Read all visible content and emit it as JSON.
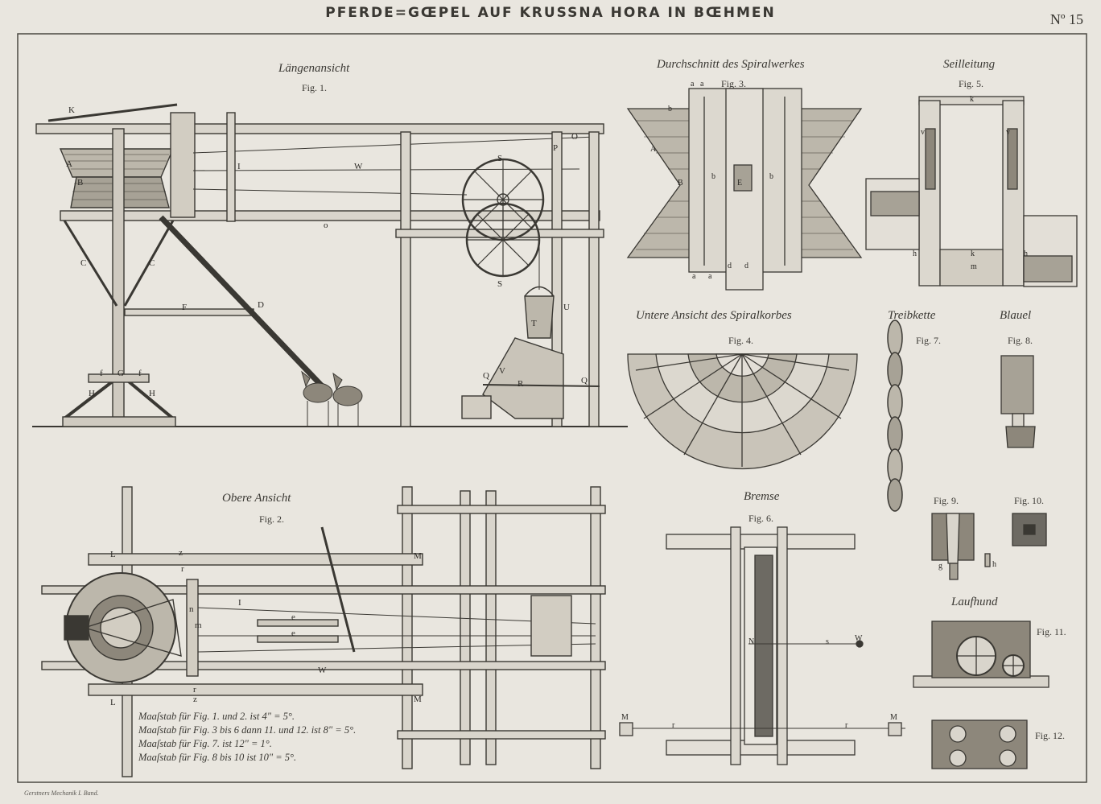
{
  "plate": {
    "title": "PFERDE=GŒPEL AUF KRUSSNA HORA IN BŒHMEN",
    "number": "Nº 15"
  },
  "views": {
    "fig1": {
      "heading": "Längenansicht",
      "label": "Fig. 1."
    },
    "fig2": {
      "heading": "Obere Ansicht",
      "label": "Fig. 2."
    },
    "fig3": {
      "heading": "Durchschnitt des Spiralwerkes",
      "label": "Fig. 3."
    },
    "fig4": {
      "heading": "Untere Ansicht des Spiralkorbes",
      "label": "Fig. 4."
    },
    "fig5": {
      "heading": "Seilleitung",
      "label": "Fig. 5."
    },
    "fig6": {
      "heading": "Bremse",
      "label": "Fig. 6."
    },
    "fig7": {
      "heading": "Treibkette",
      "label": "Fig. 7."
    },
    "fig8": {
      "heading": "Blauel",
      "label": "Fig. 8."
    },
    "fig9": {
      "label": "Fig. 9."
    },
    "fig10": {
      "label": "Fig. 10."
    },
    "fig11": {
      "heading": "Laufhund",
      "label": "Fig. 11."
    },
    "fig12": {
      "label": "Fig. 12."
    }
  },
  "scale_notes": [
    "Maaſstab für Fig. 1. und 2. ist 4\" = 5°.",
    "Maaſstab für Fig. 3 bis 6 dann 11. und 12. ist 8\" = 5°.",
    "Maaſstab für Fig. 7. ist 12\" = 1°.",
    "Maaſstab für Fig. 8 bis 10 ist 10\" = 5°."
  ],
  "credit": "Gerstners Mechanik I. Band.",
  "part_letters": {
    "fig1": [
      "K",
      "A",
      "B",
      "C",
      "C",
      "F",
      "D",
      "G",
      "H",
      "H",
      "f",
      "f",
      "W",
      "I",
      "S",
      "S",
      "O",
      "P",
      "T",
      "U",
      "Q",
      "Q",
      "V",
      "R",
      "o"
    ],
    "fig2": [
      "L",
      "L",
      "M",
      "M",
      "I",
      "W",
      "z",
      "z",
      "r",
      "r",
      "m",
      "n",
      "e",
      "e"
    ],
    "fig3": [
      "a",
      "a",
      "A",
      "B",
      "b",
      "b",
      "b",
      "E",
      "d",
      "d",
      "a",
      "a"
    ],
    "fig5": [
      "k",
      "v",
      "v",
      "h",
      "h",
      "k",
      "m"
    ],
    "fig6": [
      "N",
      "W",
      "M",
      "M",
      "r",
      "r",
      "s"
    ],
    "fig9": [
      "g",
      "h"
    ]
  },
  "colors": {
    "paper": "#e9e6df",
    "ink": "#2b2925",
    "light_ink": "#6d6a63"
  }
}
